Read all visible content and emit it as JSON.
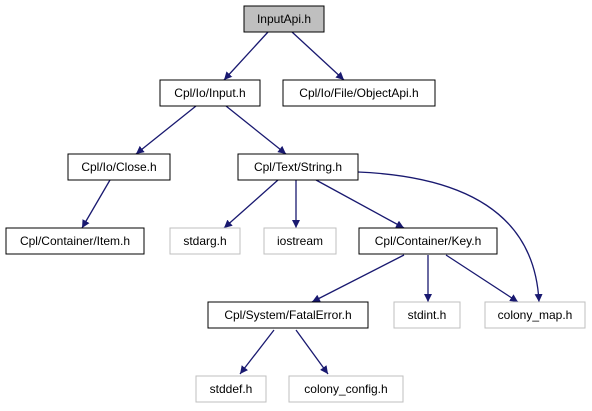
{
  "nodes": {
    "root": {
      "label": "InputApi.h",
      "style": "focus"
    },
    "cpl_io_input": {
      "label": "Cpl/Io/Input.h",
      "style": "documented"
    },
    "cpl_io_file_objectapi": {
      "label": "Cpl/Io/File/ObjectApi.h",
      "style": "documented"
    },
    "cpl_io_close": {
      "label": "Cpl/Io/Close.h",
      "style": "documented"
    },
    "cpl_text_string": {
      "label": "Cpl/Text/String.h",
      "style": "documented"
    },
    "cpl_container_item": {
      "label": "Cpl/Container/Item.h",
      "style": "documented"
    },
    "stdarg": {
      "label": "stdarg.h",
      "style": "external"
    },
    "iostream": {
      "label": "iostream",
      "style": "external"
    },
    "cpl_container_key": {
      "label": "Cpl/Container/Key.h",
      "style": "documented"
    },
    "colony_map": {
      "label": "colony_map.h",
      "style": "external"
    },
    "cpl_system_fatalerror": {
      "label": "Cpl/System/FatalError.h",
      "style": "documented"
    },
    "stdint": {
      "label": "stdint.h",
      "style": "external"
    },
    "stddef": {
      "label": "stddef.h",
      "style": "external"
    },
    "colony_config": {
      "label": "colony_config.h",
      "style": "external"
    }
  },
  "edges": [
    {
      "from": "root",
      "to": "cpl_io_input"
    },
    {
      "from": "root",
      "to": "cpl_io_file_objectapi"
    },
    {
      "from": "cpl_io_input",
      "to": "cpl_io_close"
    },
    {
      "from": "cpl_io_input",
      "to": "cpl_text_string"
    },
    {
      "from": "cpl_io_close",
      "to": "cpl_container_item"
    },
    {
      "from": "cpl_text_string",
      "to": "stdarg"
    },
    {
      "from": "cpl_text_string",
      "to": "iostream"
    },
    {
      "from": "cpl_text_string",
      "to": "cpl_container_key"
    },
    {
      "from": "cpl_text_string",
      "to": "colony_map"
    },
    {
      "from": "cpl_container_key",
      "to": "cpl_system_fatalerror"
    },
    {
      "from": "cpl_container_key",
      "to": "stdint"
    },
    {
      "from": "cpl_container_key",
      "to": "colony_map"
    },
    {
      "from": "cpl_system_fatalerror",
      "to": "stddef"
    },
    {
      "from": "cpl_system_fatalerror",
      "to": "colony_config"
    }
  ],
  "colors": {
    "focus_fill": "#bfbfbf",
    "focus_border": "#000000",
    "documented_fill": "#ffffff",
    "documented_border": "#000000",
    "external_fill": "#ffffff",
    "external_border": "#bfbfbf",
    "edge": "#191970",
    "text": "#000000"
  }
}
